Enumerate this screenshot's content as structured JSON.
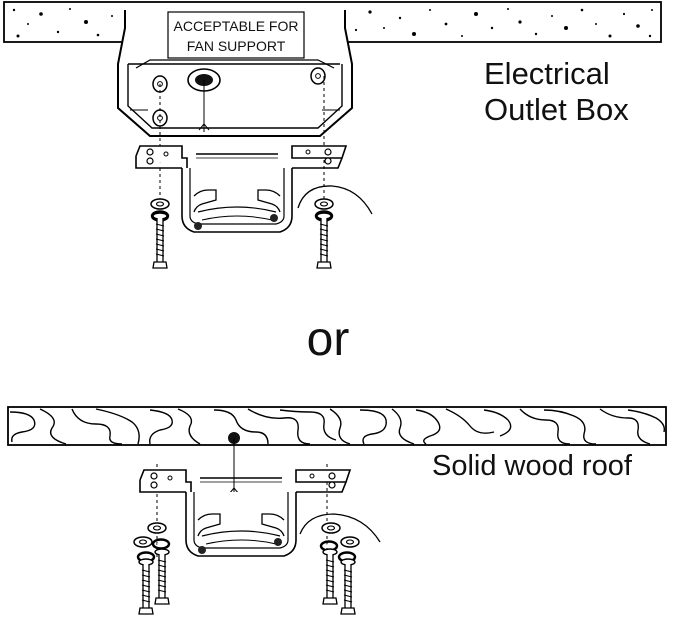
{
  "diagram": {
    "box_label_line1": "ACCEPTABLE FOR",
    "box_label_line2": "FAN SUPPORT",
    "outlet_label_line1": "Electrical",
    "outlet_label_line2": "Outlet Box",
    "or_label": "or",
    "wood_label": "Solid wood roof"
  },
  "colors": {
    "line": "#000000",
    "background": "#ffffff"
  }
}
